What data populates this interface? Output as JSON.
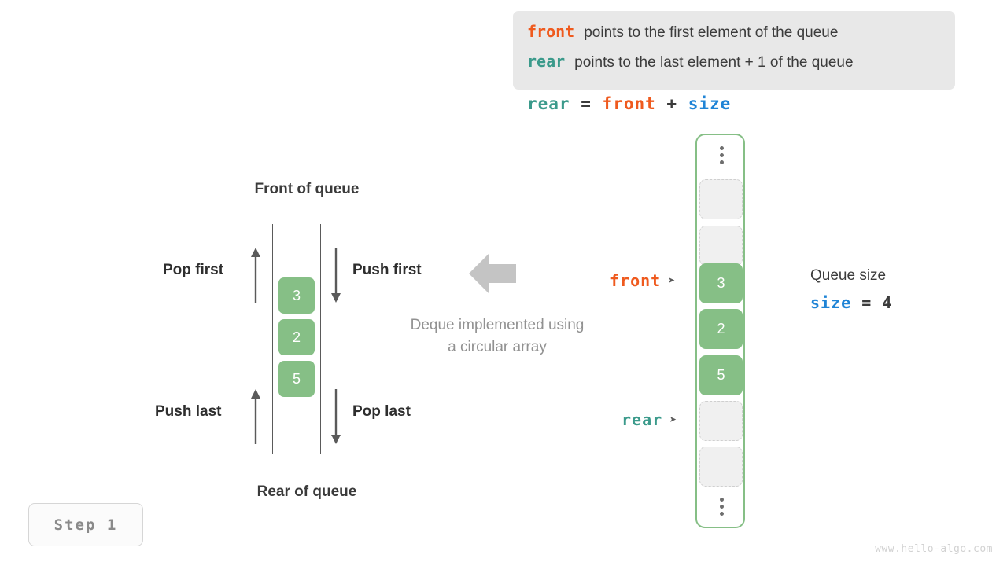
{
  "banner": {
    "lines": [
      {
        "keyword": "front",
        "keyword_color": "#ef5a1e",
        "text": "points to the first element of the queue"
      },
      {
        "keyword": "rear",
        "keyword_color": "#3b9a8b",
        "text": "points to the last element + 1 of the queue"
      }
    ],
    "background": "#e8e8e8"
  },
  "formula": {
    "lhs": "rear",
    "eq": "=",
    "rhs1": "front",
    "plus": "+",
    "rhs2": "size"
  },
  "deque": {
    "front_label": "Front of queue",
    "rear_label": "Rear of queue",
    "cells": [
      "3",
      "2",
      "5"
    ],
    "cell_color": "#86bf86",
    "operations": [
      {
        "name": "pop-first",
        "label": "Pop first",
        "direction": "up"
      },
      {
        "name": "push-first",
        "label": "Push first",
        "direction": "down"
      },
      {
        "name": "push-last",
        "label": "Push last",
        "direction": "up"
      },
      {
        "name": "pop-last",
        "label": "Pop last",
        "direction": "down"
      }
    ],
    "caption_line1": "Deque implemented using",
    "caption_line2": "a circular array"
  },
  "circular_array": {
    "border_color": "#86bf86",
    "slots": [
      {
        "type": "ellipsis",
        "value": ""
      },
      {
        "type": "empty",
        "value": ""
      },
      {
        "type": "empty",
        "value": ""
      },
      {
        "type": "filled",
        "value": "3"
      },
      {
        "type": "filled",
        "value": "2"
      },
      {
        "type": "filled",
        "value": "5"
      },
      {
        "type": "empty",
        "value": ""
      },
      {
        "type": "empty",
        "value": ""
      },
      {
        "type": "ellipsis",
        "value": ""
      }
    ]
  },
  "pointers": {
    "front": {
      "label": "front",
      "glyph": "➤",
      "color": "#ef5a1e"
    },
    "rear": {
      "label": "rear",
      "glyph": "➤",
      "color": "#3b9a8b"
    }
  },
  "queue_size": {
    "caption": "Queue size",
    "var": "size",
    "eq": "=",
    "value": "4",
    "var_color": "#1f84d6"
  },
  "step_badge": {
    "label": "Step 1"
  },
  "watermark": {
    "text": "www.hello-algo.com"
  }
}
